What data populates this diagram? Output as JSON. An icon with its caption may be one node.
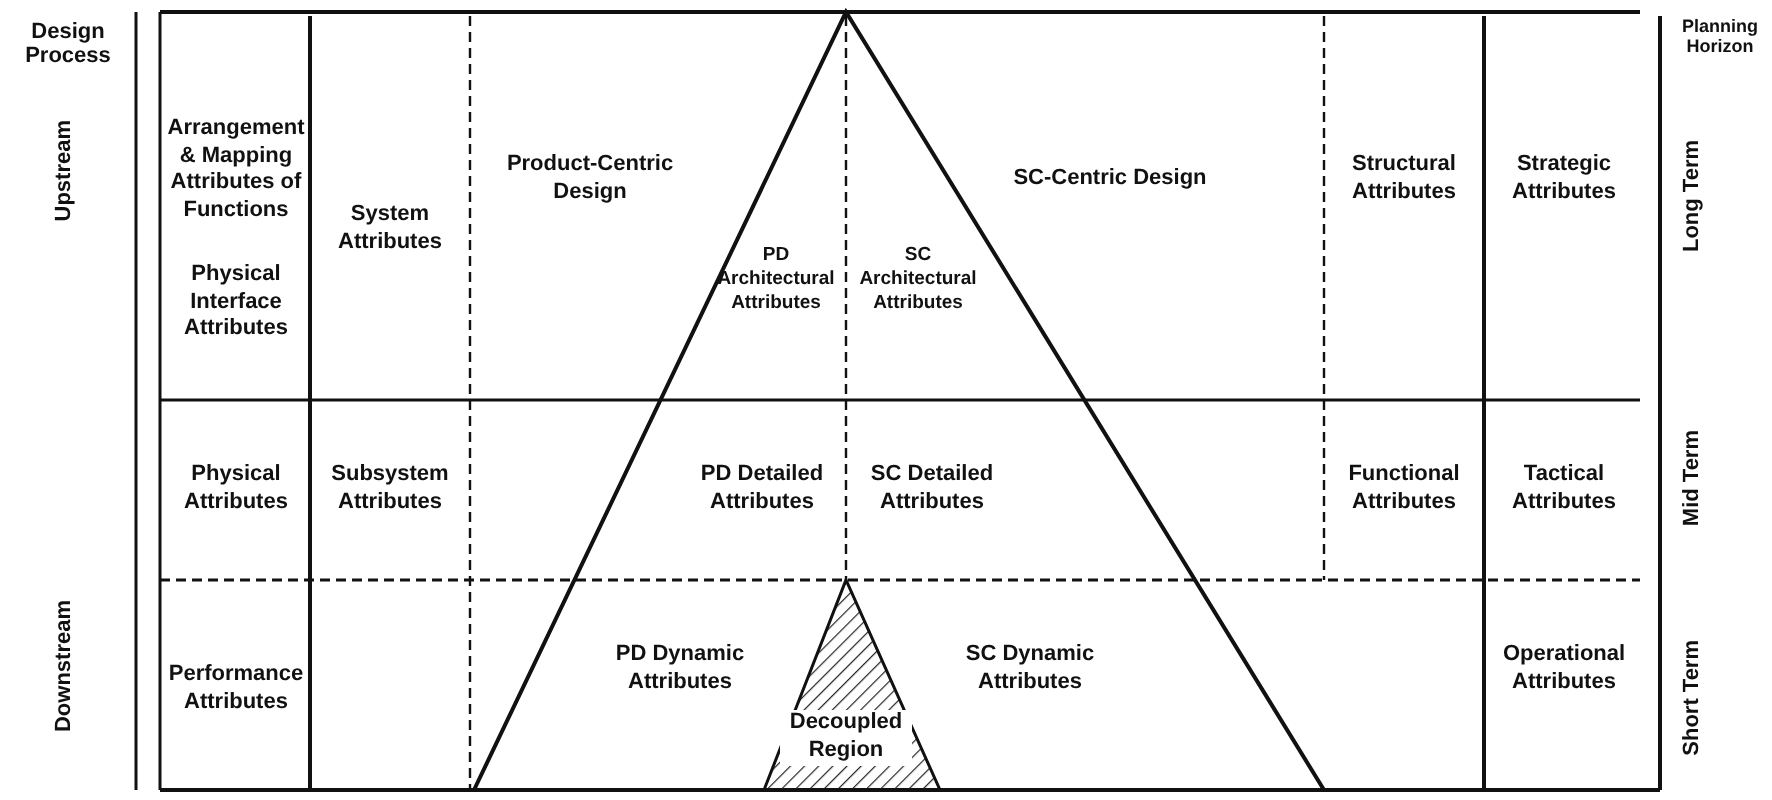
{
  "diagram": {
    "nodes": [
      {
        "text": [
          "Arrangement & Mapping Attributes of Functions",
          "Physical Interface Attributes"
        ]
      },
      {
        "text": [
          "System Attributes"
        ]
      },
      {
        "text": [
          "Product-Centric Design"
        ]
      },
      {
        "text": [
          "PD Architectural Attributes"
        ]
      },
      {
        "text": [
          "SC Architectural Attributes"
        ]
      },
      {
        "text": [
          "SC-Centric Design"
        ]
      },
      {
        "text": [
          "Structural Attributes"
        ]
      },
      {
        "text": [
          "Strategic Attributes"
        ]
      },
      {
        "text": [
          "Physical Attributes"
        ]
      },
      {
        "text": [
          "Subsystem Attributes"
        ]
      },
      {
        "text": [
          "PD Detailed Attributes"
        ]
      },
      {
        "text": [
          "SC Detailed Attributes"
        ]
      },
      {
        "text": [
          "Functional Attributes"
        ]
      },
      {
        "text": [
          "Tactical Attributes"
        ]
      },
      {
        "text": [
          "Performance Attributes"
        ]
      },
      {
        "text": [
          "PD Dynamic Attributes"
        ]
      },
      {
        "text": [
          "Decoupled Region"
        ]
      },
      {
        "text": [
          "SC Dynamic Attributes"
        ]
      },
      {
        "text": [
          "Operational Attributes"
        ]
      }
    ],
    "edges": [],
    "labels": [
      "Design Process",
      "Upstream",
      "Downstream",
      "Planning Horizon",
      "Long Term",
      "Mid Term",
      "Short Term"
    ]
  }
}
